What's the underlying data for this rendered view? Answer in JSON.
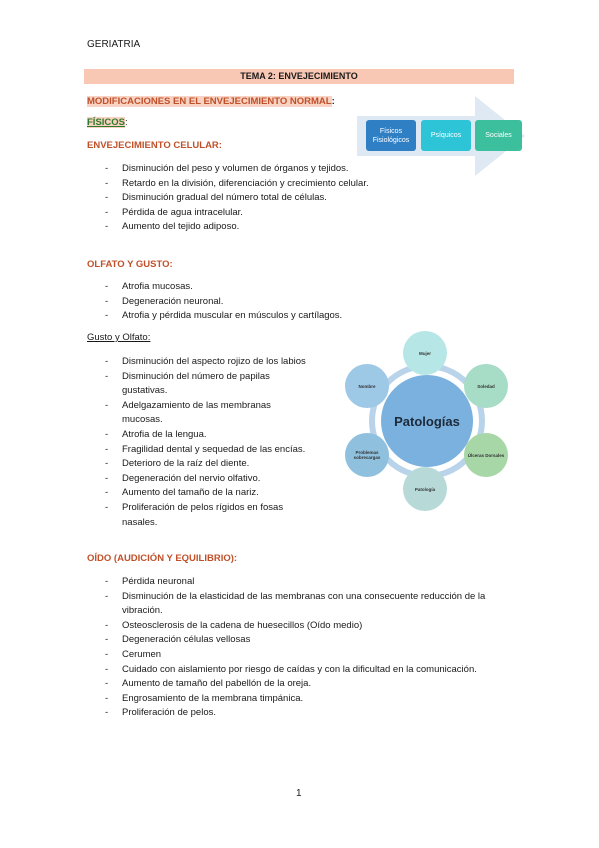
{
  "header": {
    "course": "GERIATRIA"
  },
  "title": "TEMA 2: ENVEJECIMIENTO",
  "subtitle": "MODIFICACIONES EN EL ENVEJECIMIENTO NORMAL",
  "subtitle_colon": ":",
  "fisicos": {
    "label": "FÍSICOS",
    "colon": ":"
  },
  "celular": {
    "heading": "ENVEJECIMIENTO CELULAR:",
    "items": [
      "Disminución del peso y volumen de órganos y tejidos.",
      "Retardo en la división, diferenciación y crecimiento celular.",
      "Disminución gradual del número total de células.",
      "Pérdida de agua intracelular.",
      "Aumento del tejido adiposo."
    ]
  },
  "olfato": {
    "heading": "OLFATO Y GUSTO:",
    "items": [
      "Atrofia mucosas.",
      "Degeneración neuronal.",
      "Atrofia y pérdida muscular en músculos y cartílagos."
    ]
  },
  "gusto": {
    "heading": "Gusto y Olfato:",
    "items": [
      "Disminución del aspecto rojizo de los labios",
      "Disminución del número de papilas gustativas.",
      "Adelgazamiento de las membranas mucosas.",
      "Atrofia de la lengua.",
      "Fragilidad dental y sequedad de las encías.",
      "Deterioro de la raíz del diente.",
      "Degeneración del nervio olfativo.",
      "Aumento del tamaño de la nariz.",
      "Proliferación de pelos rígidos en fosas nasales."
    ]
  },
  "oido": {
    "heading": "OÍDO (AUDICIÓN Y EQUILIBRIO):",
    "items": [
      "Pérdida neuronal",
      "Disminución de la elasticidad de las membranas con una consecuente reducción de la vibración.",
      "Osteosclerosis de la cadena de huesecillos (Oído medio)",
      "Degeneración células vellosas",
      "Cerumen",
      "Cuidado con aislamiento por riesgo de caídas y con la dificultad en la comunicación.",
      "Aumento de tamaño del pabellón de la oreja.",
      "Engrosamiento de la membrana timpánica.",
      "Proliferación de pelos."
    ]
  },
  "arrow_diagram": {
    "boxes": [
      "Físicos Fisiológicos",
      "Psíquicos",
      "Sociales"
    ],
    "colors": [
      "#2f7fc4",
      "#2cc4d6",
      "#3cbf9c"
    ]
  },
  "cycle_diagram": {
    "center": "Patologías",
    "nodes": [
      "Mujer",
      "Soledad",
      "Úlceras Dorsales",
      "Patología",
      "Problemas sobrecargas",
      "Nombre"
    ],
    "colors": [
      "#b7e6e6",
      "#a7dcc7",
      "#a7d7a6",
      "#b7dad9",
      "#8fc0de",
      "#9dc8e6"
    ]
  },
  "page_number": "1"
}
